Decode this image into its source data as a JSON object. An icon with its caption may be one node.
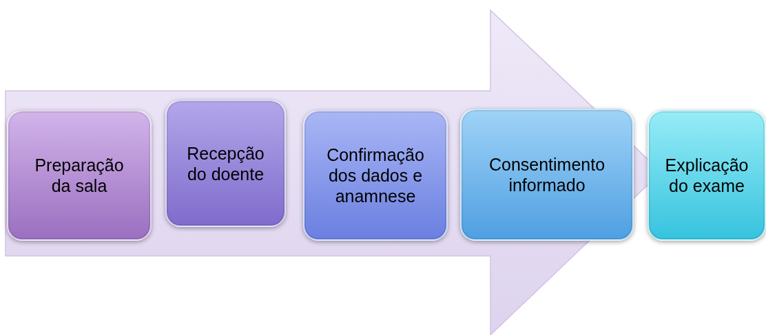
{
  "diagram": {
    "nodes": [
      {
        "text": [
          "Preparação da sala"
        ]
      },
      {
        "text": [
          "Recepção do doente"
        ]
      },
      {
        "text": [
          "Confirmação dos dados e anamnese"
        ]
      },
      {
        "text": [
          "Consentimento informado"
        ]
      },
      {
        "text": [
          "Explicação do exame"
        ]
      }
    ],
    "edges": [
      {
        "from": 0,
        "to": 4,
        "arrow": "to"
      }
    ]
  }
}
